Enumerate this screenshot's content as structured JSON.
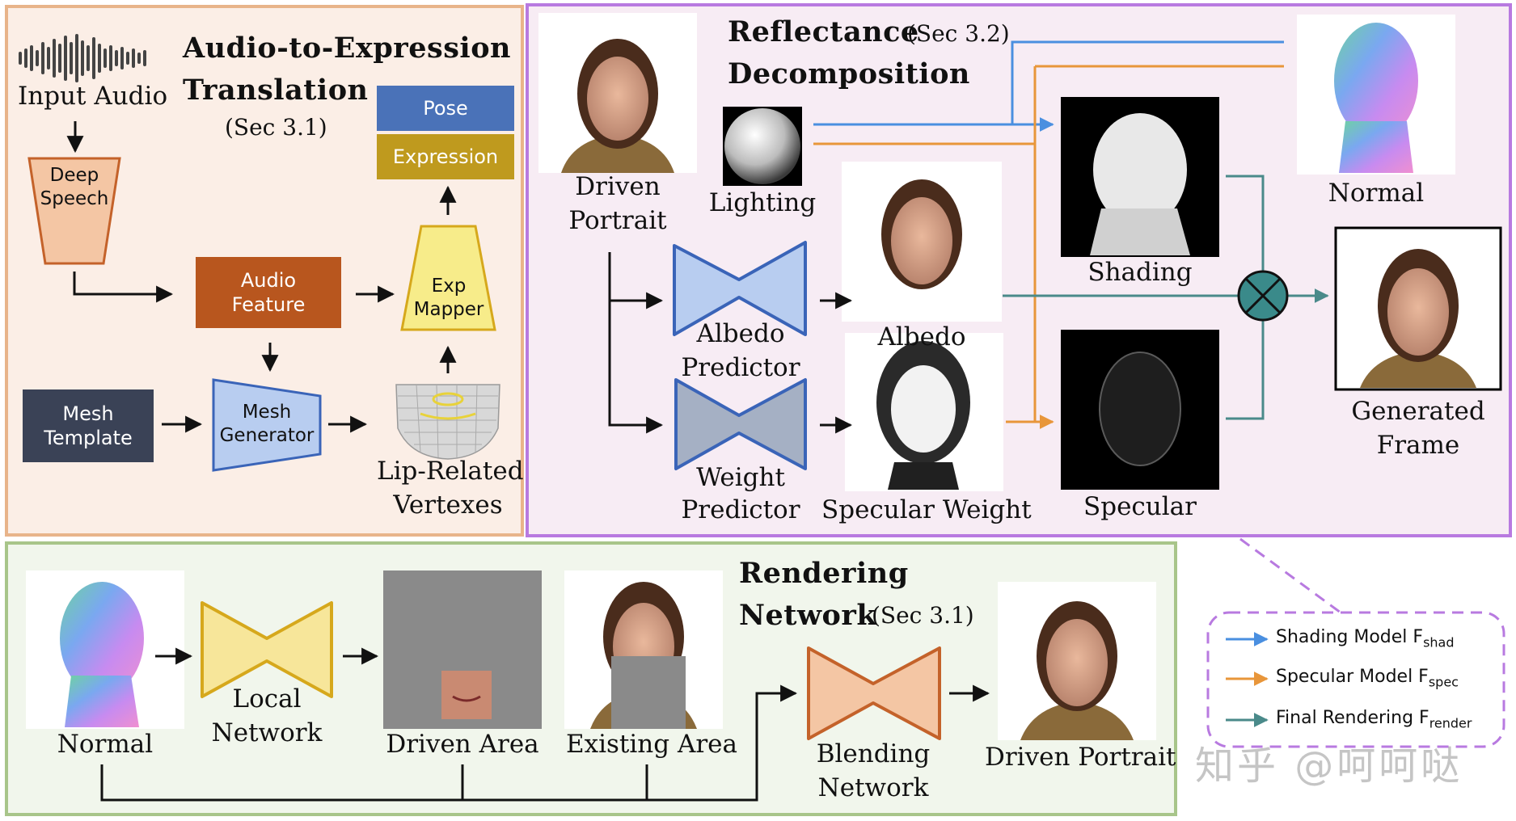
{
  "panels": {
    "a2e": {
      "title_line1": "Audio-to-Expression",
      "title_line2": "Translation",
      "sec": "(Sec 3.1)",
      "input_audio": "Input Audio",
      "deep_speech": "Deep\nSpeech",
      "audio_feature": "Audio\nFeature",
      "mesh_template": "Mesh\nTemplate",
      "mesh_generator": "Mesh\nGenerator",
      "lip_line1": "Lip-Related",
      "lip_line2": "Vertexes",
      "exp_mapper": "Exp\nMapper",
      "pose": "Pose",
      "expression": "Expression"
    },
    "refl": {
      "title_line1": "Reflectance",
      "title_line2": "Decomposition",
      "sec": "(Sec 3.2)",
      "driven_portrait_line1": "Driven",
      "driven_portrait_line2": "Portrait",
      "lighting": "Lighting",
      "normal": "Normal",
      "shading": "Shading",
      "albedo": "Albedo",
      "albedo_pred_line1": "Albedo",
      "albedo_pred_line2": "Predictor",
      "weight_pred_line1": "Weight",
      "weight_pred_line2": "Predictor",
      "specular_weight": "Specular Weight",
      "specular": "Specular",
      "generated_line1": "Generated",
      "generated_line2": "Frame"
    },
    "render": {
      "title_line1": "Rendering",
      "title_line2": "Network",
      "sec": "(Sec 3.1)",
      "normal": "Normal",
      "local_line1": "Local",
      "local_line2": "Network",
      "driven_area": "Driven Area",
      "existing_area": "Existing Area",
      "blending_line1": "Blending",
      "blending_line2": "Network",
      "driven_portrait": "Driven Portrait"
    }
  },
  "legend": {
    "shading": "Shading Model F",
    "shading_sub": "shad",
    "specular": "Specular Model F",
    "specular_sub": "spec",
    "final": "Final Rendering F",
    "final_sub": "render"
  },
  "watermark": "知乎 @呵呵哒",
  "colors": {
    "blue": "#4a8fe0",
    "orange": "#e8963a",
    "teal": "#4a8a8a",
    "purple": "#b87ae0",
    "green": "#a8c58a",
    "peach": "#e8b48a"
  }
}
